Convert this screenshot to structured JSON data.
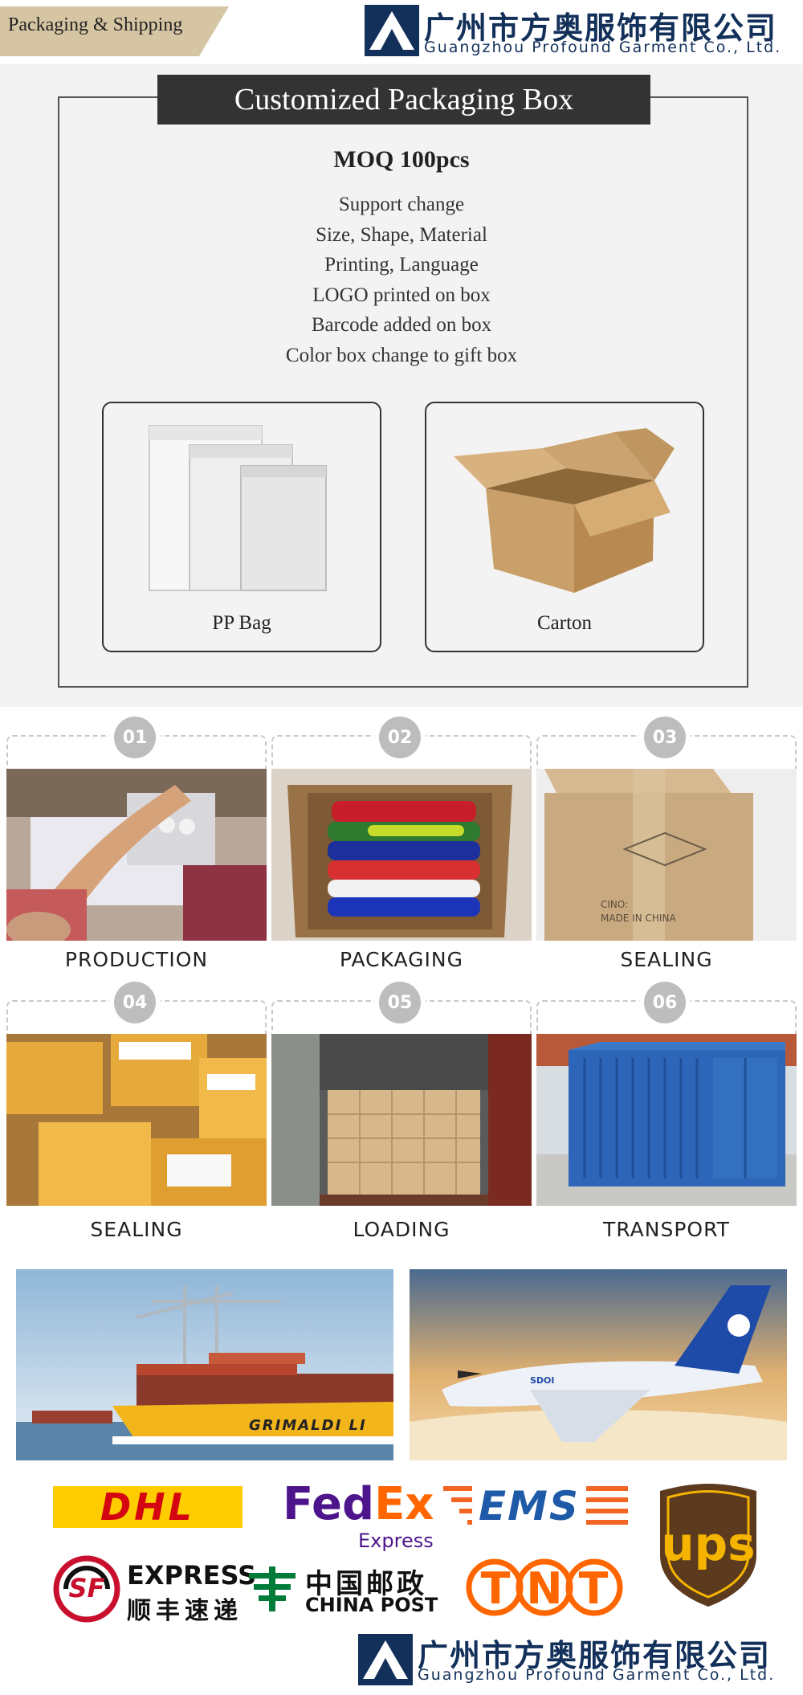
{
  "section_tag": "Packaging & Shipping",
  "company": {
    "name_cn": "广州市方奥服饰有限公司",
    "name_en": "Guangzhou Profound Garment Co., Ltd."
  },
  "custom_box": {
    "title": "Customized Packaging Box",
    "moq": "MOQ 100pcs",
    "support_lines": [
      "Support change",
      "Size, Shape, Material",
      "Printing, Language",
      "LOGO printed on box",
      "Barcode added on box",
      "Color box change to gift box"
    ],
    "options": [
      {
        "label": "PP Bag",
        "icon": "pp-bag-icon"
      },
      {
        "label": "Carton",
        "icon": "carton-icon"
      }
    ]
  },
  "process": [
    {
      "number": "01",
      "label": "PRODUCTION"
    },
    {
      "number": "02",
      "label": "PACKAGING"
    },
    {
      "number": "03",
      "label": "SEALING"
    },
    {
      "number": "04",
      "label": "SEALING"
    },
    {
      "number": "05",
      "label": "LOADING"
    },
    {
      "number": "06",
      "label": "TRANSPORT"
    }
  ],
  "photo_text": {
    "carton_marking_1": "CINO:",
    "carton_marking_2": "MADE IN CHINA",
    "ship_name": "GRIMALDI LI",
    "plane_brand": "SDOI"
  },
  "carriers": {
    "dhl": "DHL",
    "fedex_fed": "Fed",
    "fedex_ex": "Ex",
    "fedex_sub": "Express",
    "ems": "EMS",
    "ups": "ups",
    "sf_mark": "SF",
    "sf_en": "EXPRESS",
    "sf_cn": "顺丰速递",
    "chinapost_cn": "中国邮政",
    "chinapost_en": "CHINA POST",
    "tnt": "TNT"
  },
  "colors": {
    "brand_navy": "#12305a",
    "tag_bg": "#d6c5a3",
    "dhl_yellow": "#ffcc00",
    "dhl_red": "#d40511",
    "fedex_purple": "#4d148c",
    "fedex_orange": "#ff6600",
    "ems_blue": "#1e5aa8",
    "ems_orange": "#f26522",
    "ups_brown": "#5b3a1e",
    "ups_gold": "#f4b400",
    "sf_red": "#c8102e",
    "chinapost_green": "#007b3a",
    "tnt_orange": "#ff6600"
  }
}
